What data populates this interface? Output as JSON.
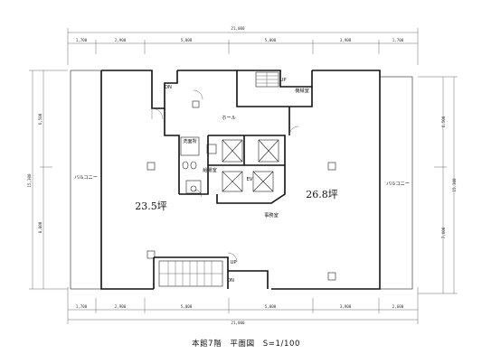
{
  "dimensions": {
    "top_total": "21,000",
    "top_segments": [
      "1,700",
      "2,900",
      "5,000",
      "5,000",
      "3,900",
      "1,700"
    ],
    "bottom_total": "21,000",
    "bottom_segments": [
      "1,700",
      "2,900",
      "5,000",
      "5,000",
      "3,900",
      "2,600"
    ],
    "left_total": "15,300",
    "left_segments": [
      "6,500",
      "8,800"
    ],
    "right_total": "15,300",
    "right_segments": [
      "6,500",
      "7,600"
    ]
  },
  "rooms": {
    "hall": "ホール",
    "office": "事務室",
    "balcony_left": "バルコニー",
    "balcony_right": "バルコニー",
    "lavatory": "洗面所",
    "kitchenette": "給湯室",
    "machine_room": "機械室",
    "elevator_hall": "EV",
    "up": "UP",
    "down": "DN"
  },
  "annotations": {
    "left_area": "23.5坪",
    "right_area": "26.8坪"
  },
  "caption": "本館7階　平面図　S=1/100"
}
